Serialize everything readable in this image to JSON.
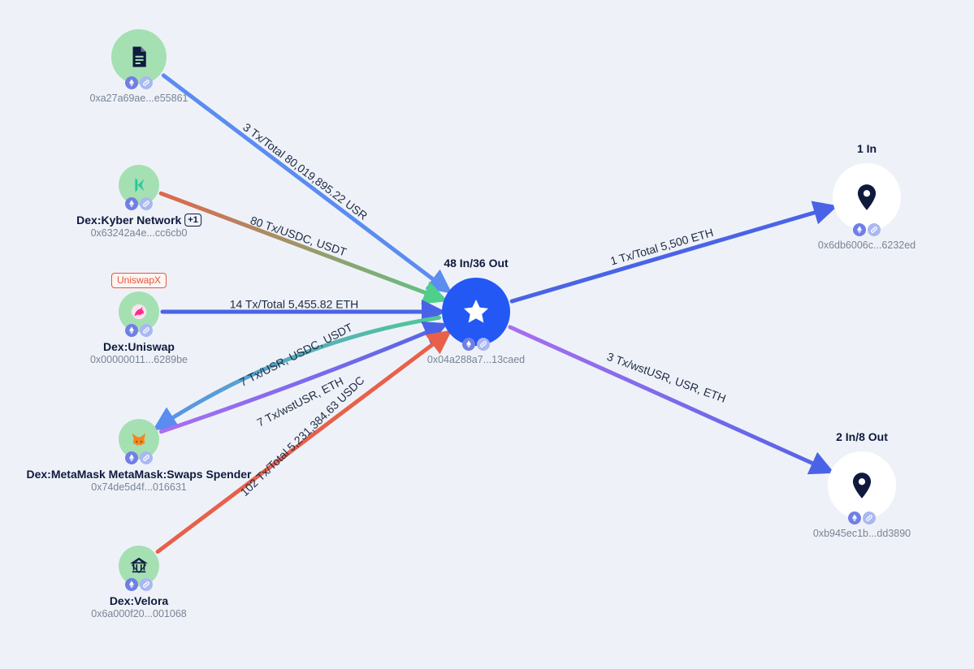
{
  "colors": {
    "background": "#eef2f8",
    "node_green": "#a5e0b3",
    "center_blue": "#2358f5",
    "edge_blue": "#5b8cf0",
    "edge_indigo": "#4a63e6",
    "edge_orange": "#e8604a",
    "edge_purple": "#b070f2",
    "edge_green": "#4fcf8a"
  },
  "center": {
    "id": "center",
    "icon": "star-icon",
    "summary": "48 In/36 Out",
    "address": "0x04a288a7...13caed"
  },
  "nodes": [
    {
      "id": "contract",
      "icon": "document-icon",
      "style": "green",
      "address": "0xa27a69ae...e55861"
    },
    {
      "id": "kyber",
      "icon": "kyber-logo-icon",
      "style": "green",
      "name": "Dex:Kyber Network",
      "extra": "+1",
      "address": "0x63242a4e...cc6cb0"
    },
    {
      "id": "uniswap",
      "icon": "unicorn-logo-icon",
      "style": "green",
      "name": "Dex:Uniswap",
      "tag": "UniswapX",
      "address": "0x00000011...6289be"
    },
    {
      "id": "metamask",
      "icon": "fox-logo-icon",
      "style": "green",
      "name": "Dex:MetaMask MetaMask:Swaps Spender",
      "address": "0x74de5d4f...016631"
    },
    {
      "id": "velora",
      "icon": "bank-icon",
      "style": "green",
      "name": "Dex:Velora",
      "address": "0x6a000f20...001068"
    },
    {
      "id": "dest1",
      "icon": "location-pin-icon",
      "style": "white",
      "summary": "1 In",
      "address": "0x6db6006c...6232ed"
    },
    {
      "id": "dest2",
      "icon": "location-pin-icon",
      "style": "white",
      "summary": "2 In/8 Out",
      "address": "0xb945ec1b...dd3890"
    }
  ],
  "edges": [
    {
      "from": "contract",
      "to": "center",
      "label": "3 Tx/Total 80,019,895.22 USR",
      "color": "#5b8cf0"
    },
    {
      "from": "kyber",
      "to": "center",
      "label": "80 Tx/USDC, USDT",
      "color": "#e8604a",
      "color2": "#4fcf8a"
    },
    {
      "from": "uniswap",
      "to": "center",
      "label": "14 Tx/Total 5,455.82 ETH",
      "color": "#4a63e6"
    },
    {
      "from": "center",
      "to": "metamask",
      "label": "7 Tx/USR, USDC, USDT",
      "color": "#4fcf8a",
      "color2": "#5b8cf0"
    },
    {
      "from": "metamask",
      "to": "center",
      "label": "7 Tx/wstUSR, ETH",
      "color": "#b070f2",
      "color2": "#4a63e6"
    },
    {
      "from": "velora",
      "to": "center",
      "label": "102 Tx/Total 5,231,384.63 USDC",
      "color": "#e8604a"
    },
    {
      "from": "center",
      "to": "dest1",
      "label": "1 Tx/Total 5,500 ETH",
      "color": "#4a63e6"
    },
    {
      "from": "center",
      "to": "dest2",
      "label": "3 Tx/wstUSR, USR, ETH",
      "color": "#b070f2",
      "color2": "#4a63e6"
    }
  ]
}
